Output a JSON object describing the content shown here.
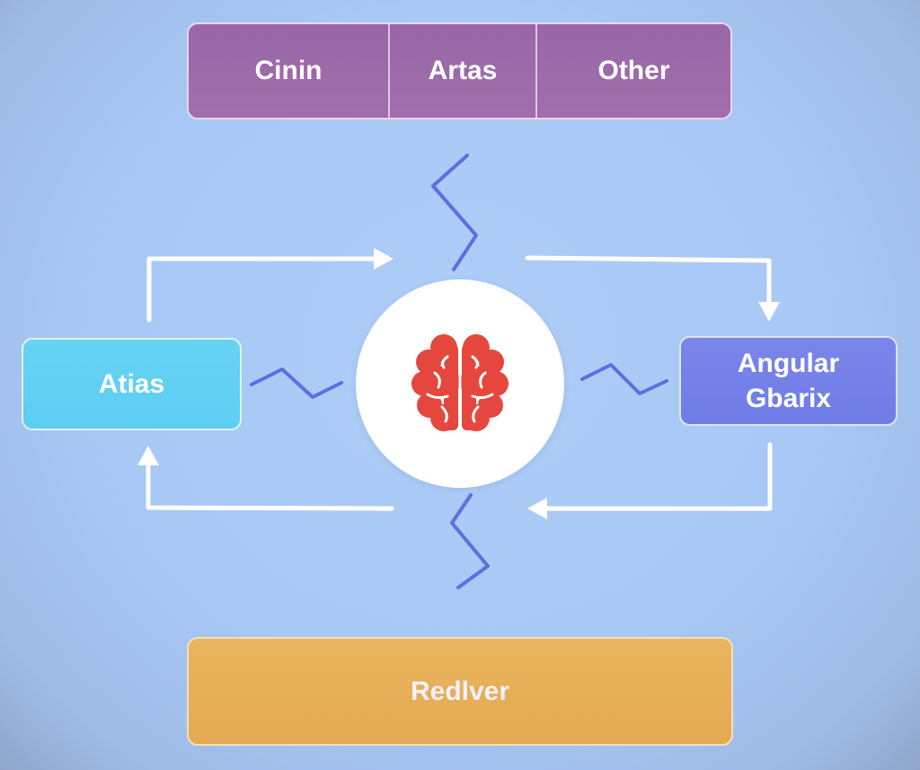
{
  "top_bar": {
    "items": [
      {
        "label": "Cinin"
      },
      {
        "label": "Artas"
      },
      {
        "label": "Other"
      }
    ]
  },
  "left_node": {
    "label": "Atias"
  },
  "right_node": {
    "line1": "Angular",
    "line2": "Gbarix"
  },
  "bottom_node": {
    "label": "Redlver"
  },
  "center": {
    "icon": "brain-icon"
  },
  "colors": {
    "background": "#a8c8f5",
    "top_bar": "#9a66a6",
    "left_node": "#62d0f3",
    "right_node": "#7480e8",
    "bottom_node": "#e6b058",
    "brain": "#e5463e",
    "arrow": "#ffffff",
    "zigzag": "#5d6fe0"
  }
}
